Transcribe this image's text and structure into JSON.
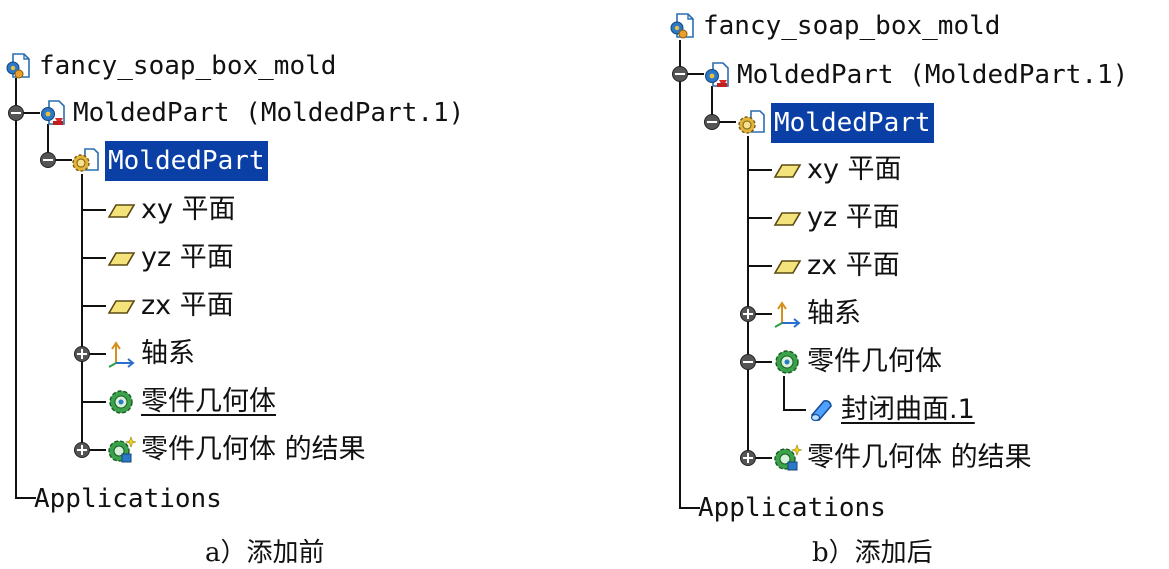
{
  "panels": [
    {
      "caption": "a）添加前",
      "root": {
        "label": "fancy_soap_box_mold",
        "icon": "product-document-icon"
      },
      "product": {
        "label": "MoldedPart (MoldedPart.1)",
        "icon": "part-instance-icon"
      },
      "part": {
        "label": "MoldedPart",
        "icon": "part-gear-icon",
        "selected": true
      },
      "planes": [
        {
          "label": "xy 平面",
          "icon": "plane-icon"
        },
        {
          "label": "yz 平面",
          "icon": "plane-icon"
        },
        {
          "label": "zx 平面",
          "icon": "plane-icon"
        }
      ],
      "axis": {
        "label": "轴系",
        "icon": "axis-system-icon"
      },
      "body": {
        "label": "零件几何体",
        "icon": "part-body-icon",
        "underlined": true
      },
      "result": {
        "label": "零件几何体 的结果",
        "icon": "body-result-icon"
      },
      "applications": {
        "label": "Applications"
      }
    },
    {
      "caption": "b）添加后",
      "root": {
        "label": "fancy_soap_box_mold",
        "icon": "product-document-icon"
      },
      "product": {
        "label": "MoldedPart (MoldedPart.1)",
        "icon": "part-instance-icon"
      },
      "part": {
        "label": "MoldedPart",
        "icon": "part-gear-icon",
        "selected": true
      },
      "planes": [
        {
          "label": "xy 平面",
          "icon": "plane-icon"
        },
        {
          "label": "yz 平面",
          "icon": "plane-icon"
        },
        {
          "label": "zx 平面",
          "icon": "plane-icon"
        }
      ],
      "axis": {
        "label": "轴系",
        "icon": "axis-system-icon"
      },
      "body": {
        "label": "零件几何体",
        "icon": "part-body-icon"
      },
      "surface": {
        "label": "封闭曲面.1",
        "icon": "closed-surface-icon",
        "underlined": true
      },
      "result": {
        "label": "零件几何体 的结果",
        "icon": "body-result-icon"
      },
      "applications": {
        "label": "Applications"
      }
    }
  ]
}
